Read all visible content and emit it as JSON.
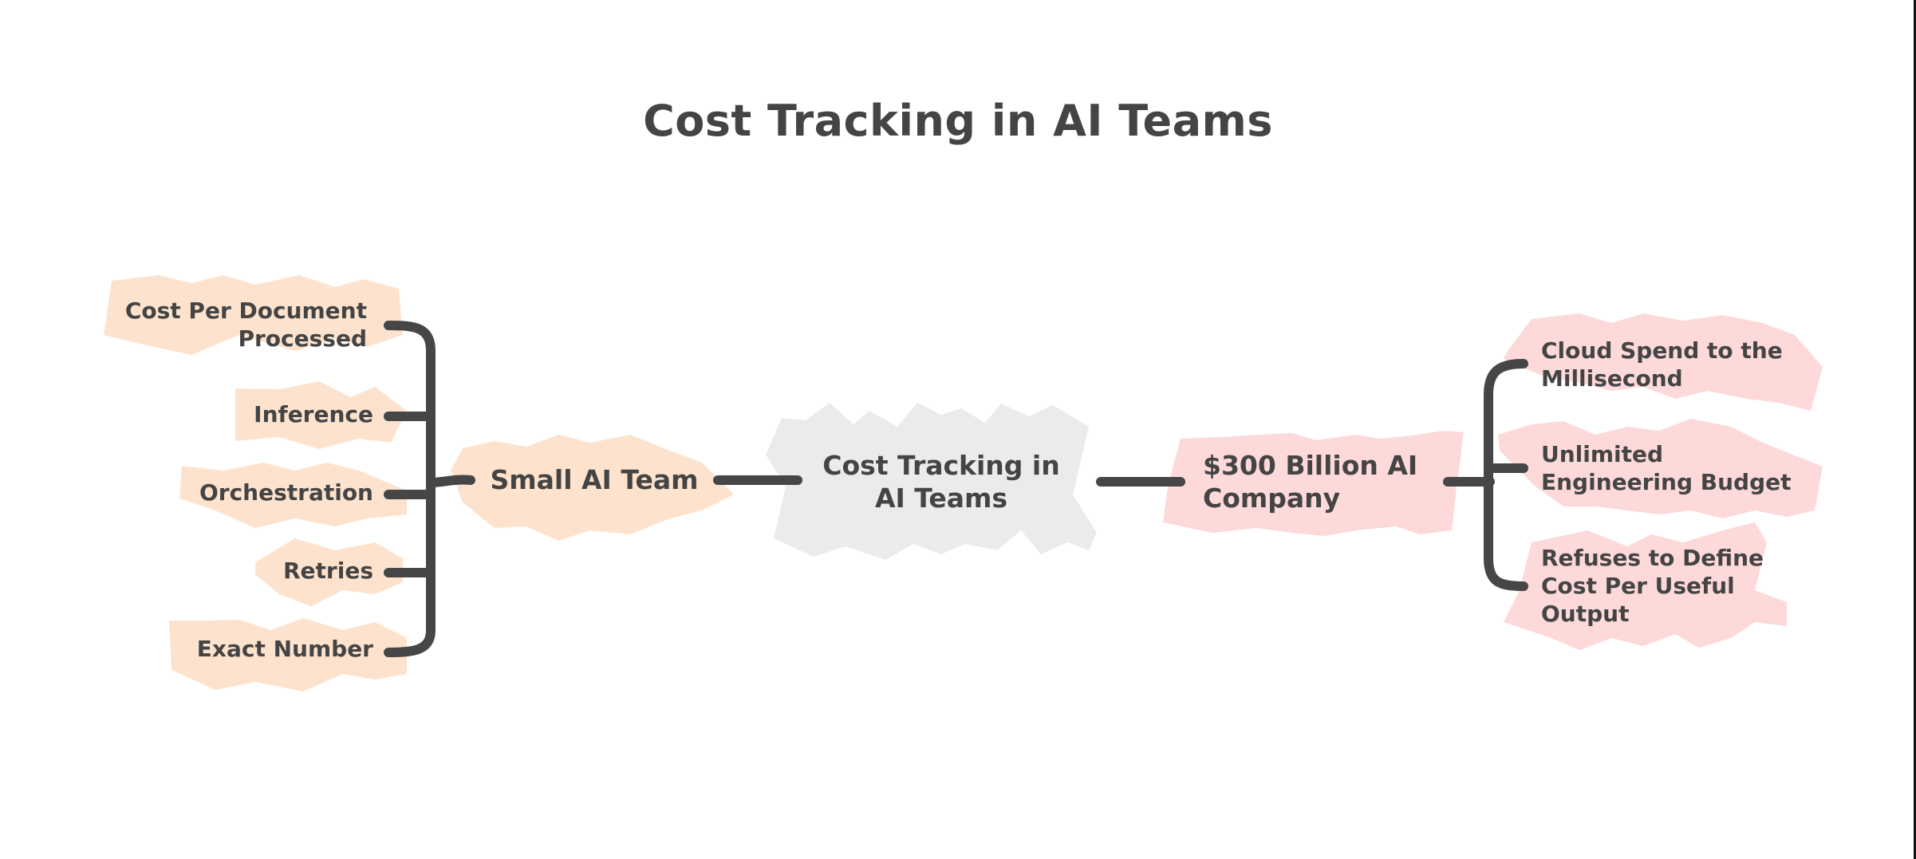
{
  "title": "Cost Tracking in AI Teams",
  "colors": {
    "line": "#464646",
    "left_fill": "#fde3cd",
    "center_fill": "#ebebeb",
    "right_fill": "#fdd9d9",
    "text": "#444444"
  },
  "center": {
    "label": "Cost Tracking in AI Teams",
    "line1": "Cost Tracking in",
    "line2": "AI Teams"
  },
  "left_branch": {
    "label": "Small AI Team",
    "children": [
      {
        "line1": "Cost Per Document",
        "line2": "Processed"
      },
      {
        "line1": "Inference"
      },
      {
        "line1": "Orchestration"
      },
      {
        "line1": "Retries"
      },
      {
        "line1": "Exact Number"
      }
    ]
  },
  "right_branch": {
    "line1": "$300 Billion AI",
    "line2": "Company",
    "children": [
      {
        "line1": "Cloud Spend to the",
        "line2": "Millisecond"
      },
      {
        "line1": "Unlimited",
        "line2": "Engineering Budget"
      },
      {
        "line1": "Refuses to Define",
        "line2": "Cost Per Useful",
        "line3": "Output"
      }
    ]
  }
}
